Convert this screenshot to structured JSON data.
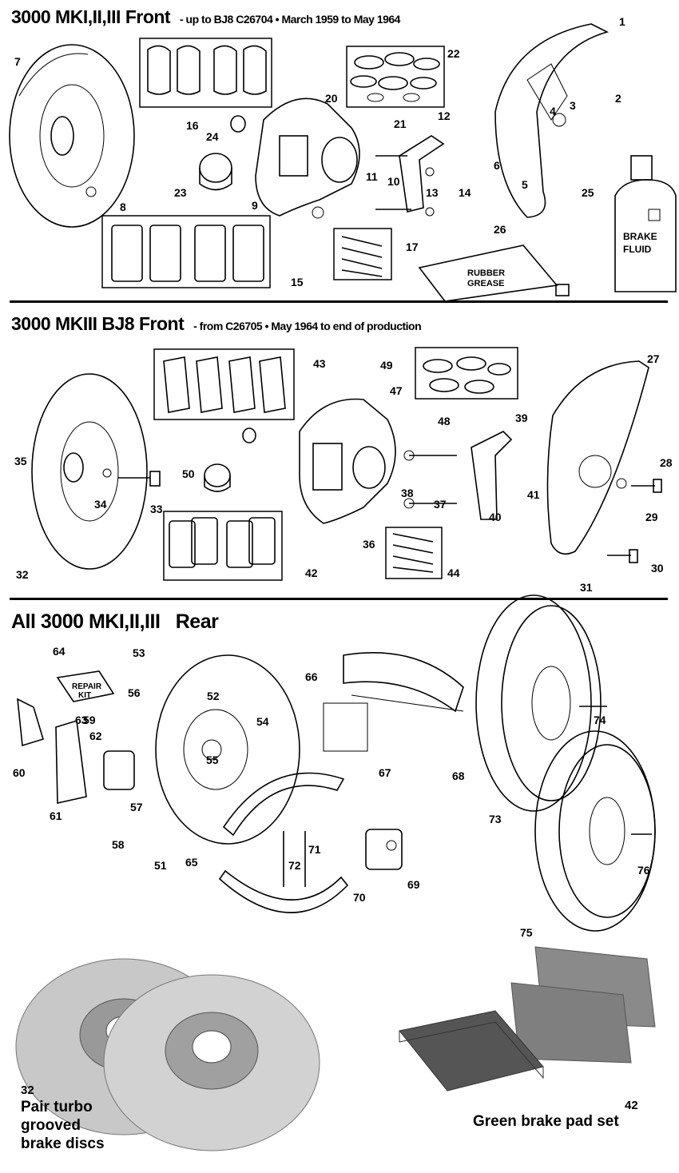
{
  "sections": [
    {
      "title": "3000 MKI,II,III Front",
      "subtitle": "- up to BJ8 C26704 • March 1959 to May 1964"
    },
    {
      "title": "3000 MKIII BJ8 Front",
      "subtitle": "- from C26705 • May 1964 to end of production"
    },
    {
      "title": "All 3000 MKI,II,III   Rear",
      "subtitle": ""
    }
  ],
  "labels": {
    "tube": [
      "RUBBER",
      "GREASE"
    ],
    "bottle": [
      "BRAKE",
      "FLUID"
    ],
    "kit": [
      "REPAIR",
      "KIT"
    ]
  },
  "callouts": [
    "1",
    "2",
    "3",
    "4",
    "5",
    "6",
    "7",
    "8",
    "9",
    "10",
    "11",
    "12",
    "13",
    "14",
    "15",
    "16",
    "17",
    "20",
    "21",
    "22",
    "23",
    "24",
    "25",
    "26",
    "27",
    "28",
    "29",
    "30",
    "31",
    "32",
    "33",
    "34",
    "35",
    "36",
    "37",
    "38",
    "39",
    "40",
    "41",
    "42",
    "43",
    "44",
    "47",
    "48",
    "49",
    "50",
    "51",
    "52",
    "53",
    "54",
    "55",
    "56",
    "57",
    "58",
    "59",
    "60",
    "61",
    "62",
    "63",
    "64",
    "65",
    "66",
    "67",
    "68",
    "69",
    "70",
    "71",
    "72",
    "73",
    "74",
    "75",
    "76"
  ],
  "photo_captions": {
    "discs_number": "32",
    "discs": [
      "Pair turbo",
      "grooved",
      "brake discs"
    ],
    "pads_number": "42",
    "pads": "Green brake pad set"
  }
}
